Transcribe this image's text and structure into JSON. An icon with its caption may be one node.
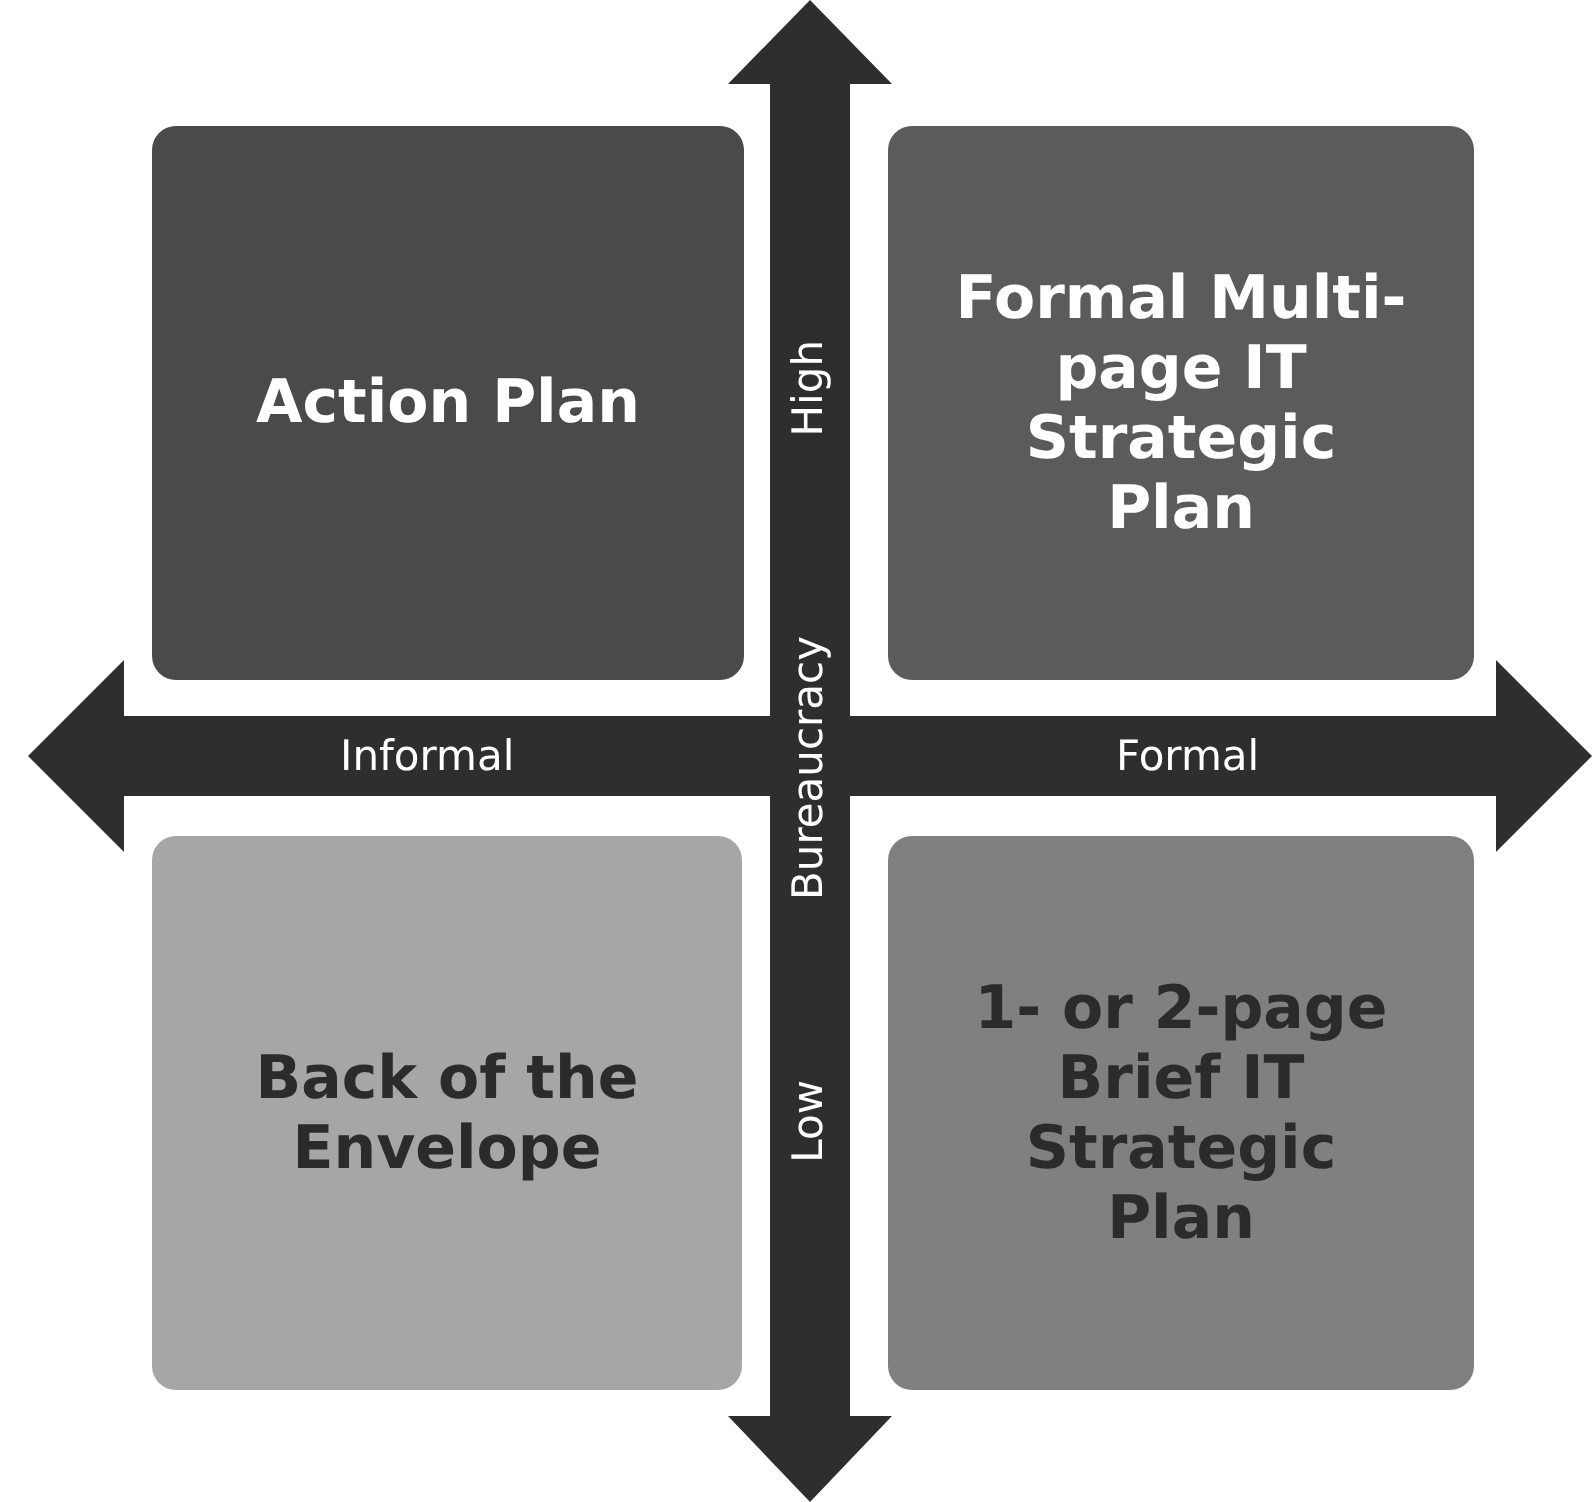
{
  "diagram": {
    "nodes": [
      {
        "text": [
          "Action Plan"
        ]
      },
      {
        "text": [
          "Formal Multi-page IT Strategic Plan"
        ]
      },
      {
        "text": [
          "Back of the Envelope"
        ]
      },
      {
        "text": [
          "1- or 2-page Brief IT Strategic Plan"
        ]
      }
    ],
    "labels": [
      "High",
      "Informal",
      "Bureaucracy",
      "Formal",
      "Low"
    ]
  }
}
